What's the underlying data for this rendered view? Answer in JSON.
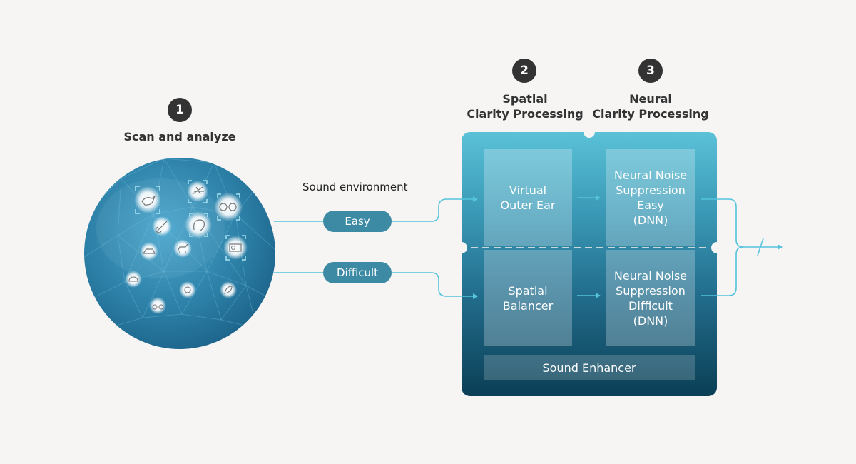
{
  "step1": {
    "number": "1",
    "title": "Scan and analyze"
  },
  "step2": {
    "number": "2",
    "title_line1": "Spatial",
    "title_line2": "Clarity Processing"
  },
  "step3": {
    "number": "3",
    "title_line1": "Neural",
    "title_line2": "Clarity Processing"
  },
  "environment_label": "Sound environment",
  "paths": {
    "easy": "Easy",
    "difficult": "Difficult"
  },
  "blocks": {
    "virtual_outer_ear": [
      "Virtual",
      "Outer Ear"
    ],
    "spatial_balancer": [
      "Spatial",
      "Balancer"
    ],
    "nns_easy": [
      "Neural Noise",
      "Suppression",
      "Easy",
      "(DNN)"
    ],
    "nns_difficult": [
      "Neural Noise",
      "Suppression",
      "Difficult",
      "(DNN)"
    ],
    "sound_enhancer": "Sound Enhancer"
  },
  "colors": {
    "pill": "#3c8aa4",
    "panel_top": "#5ac1d7",
    "panel_bottom": "#0b3f55",
    "line": "#55c3dc",
    "sphere": "#2c7fa6",
    "badge": "#333333"
  },
  "sphere_icons": [
    "bird-icon",
    "airplane-icon",
    "speech-icon",
    "guitar-icon",
    "ear-icon",
    "car-icon",
    "dog-icon",
    "radio-icon",
    "cloud-icon",
    "traffic-icon",
    "leaf-icon",
    "bicycle-icon"
  ]
}
